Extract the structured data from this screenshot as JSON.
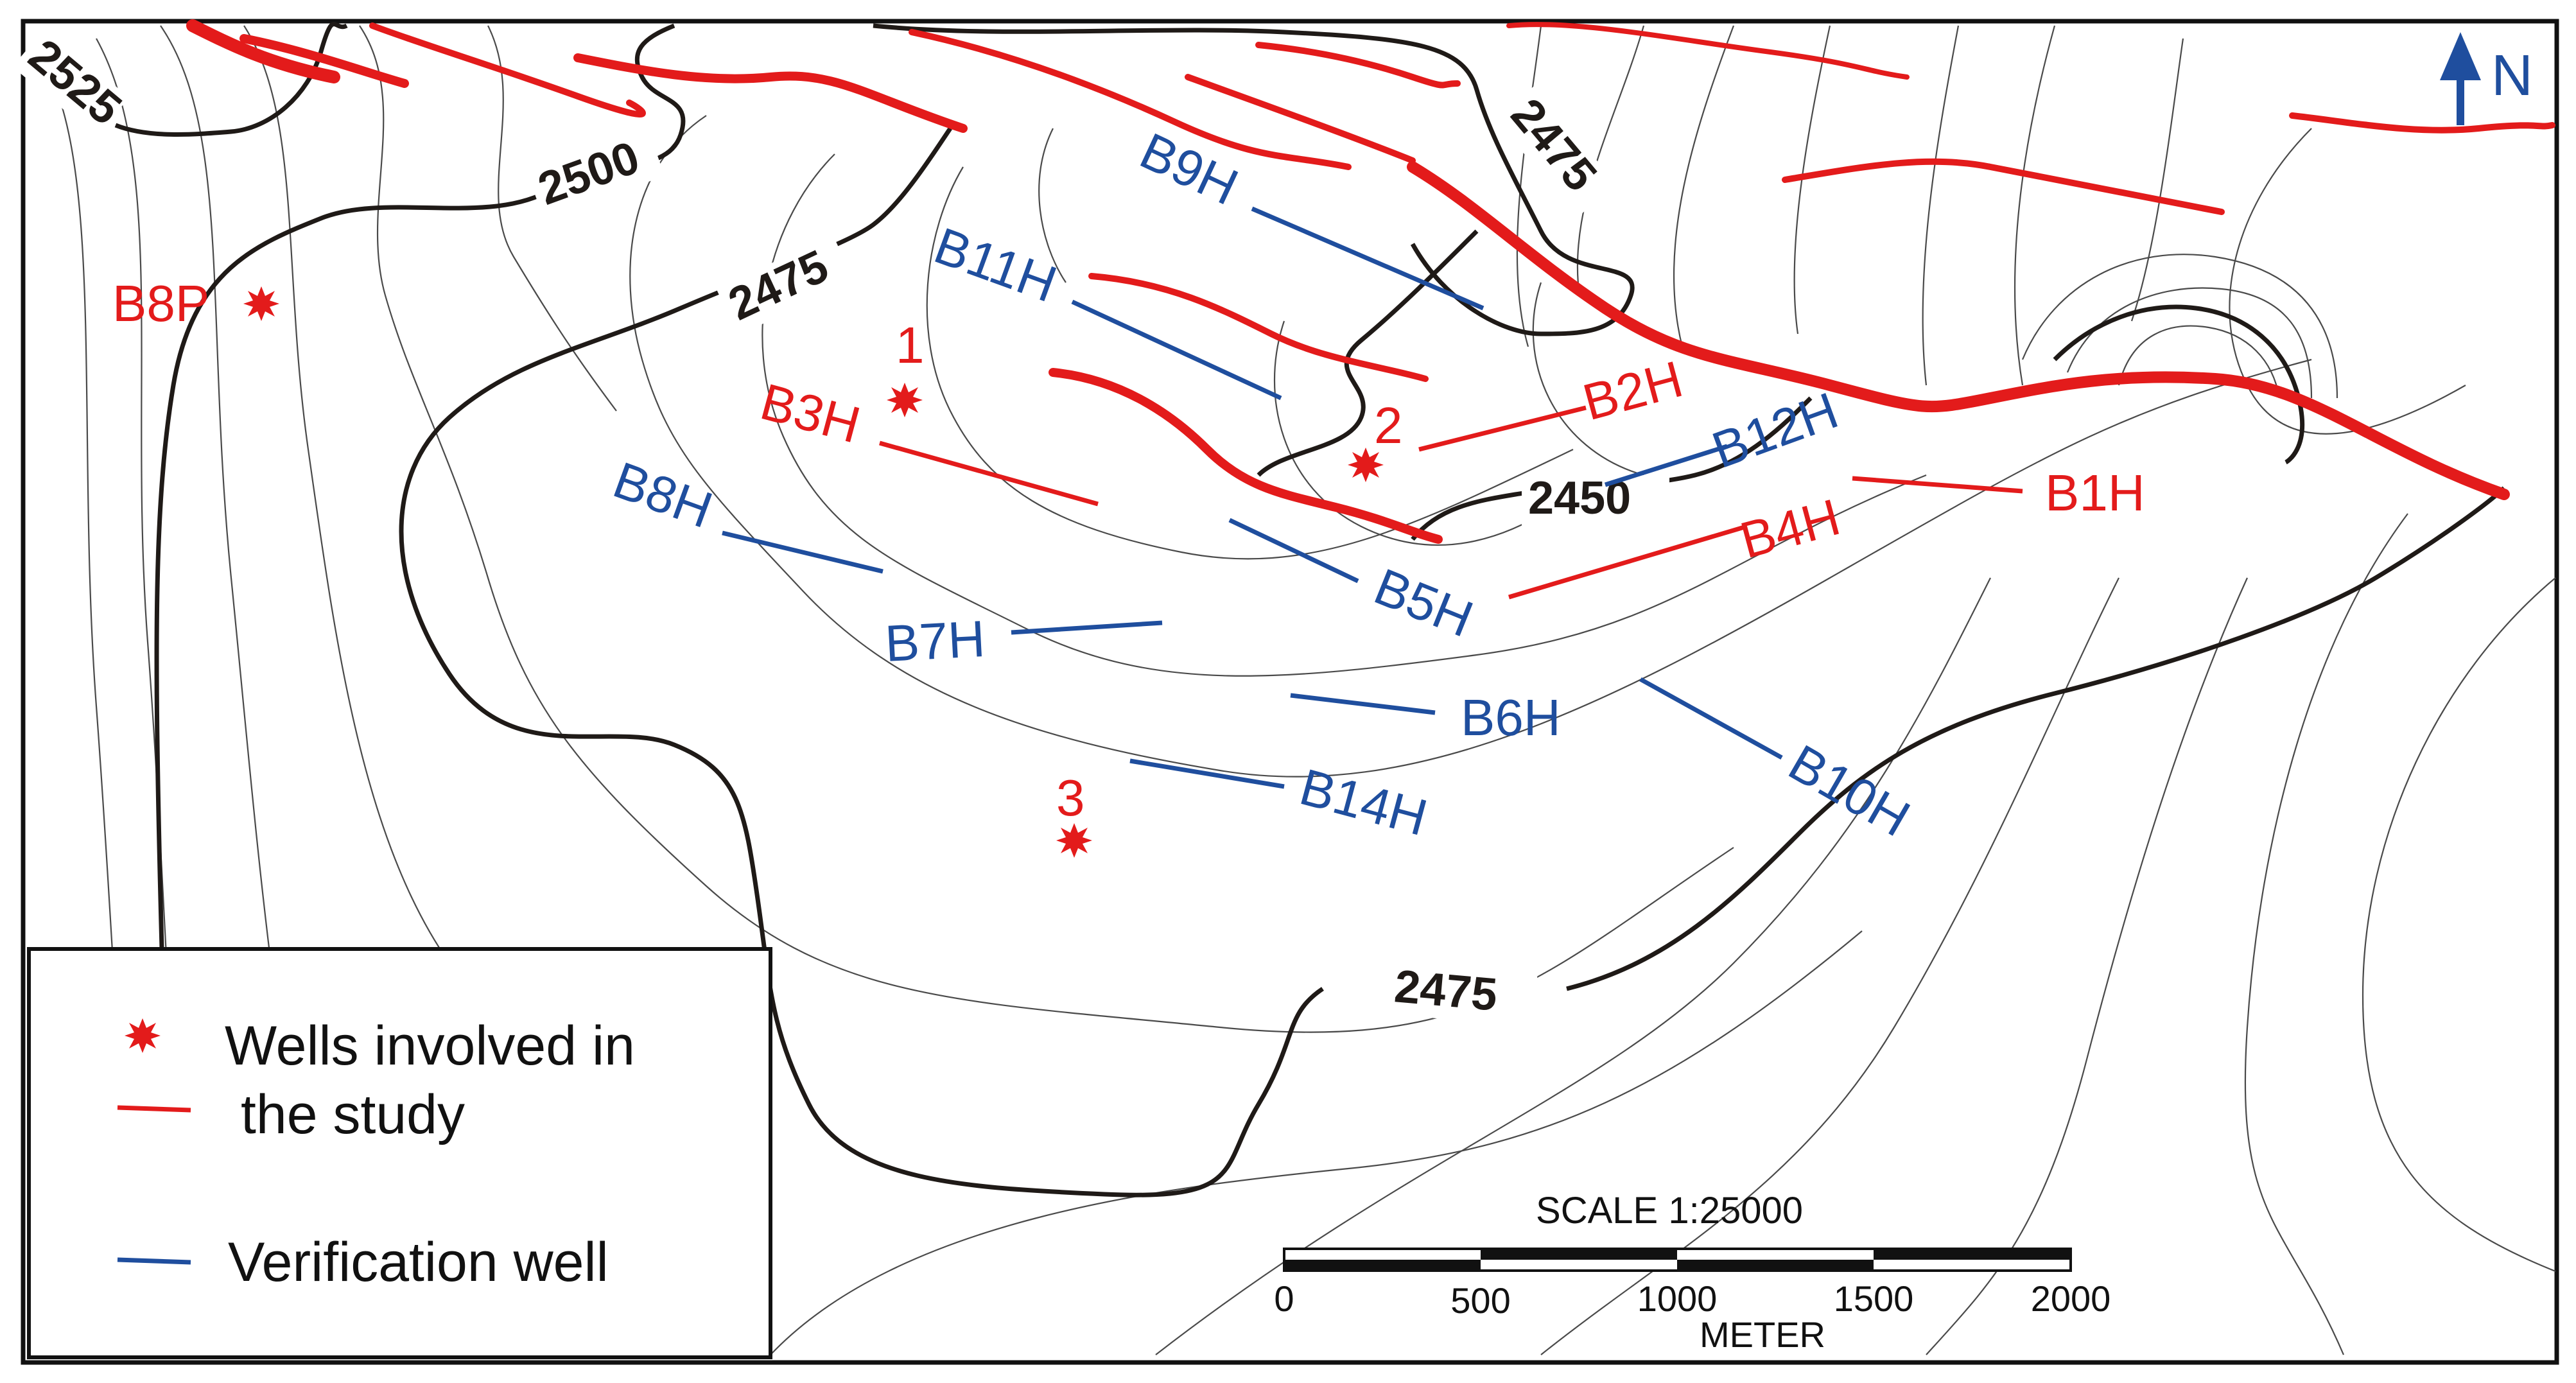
{
  "colors": {
    "study_well": "#e31b1b",
    "verification_well": "#1f4e9e",
    "fault": "#e31b1b",
    "major_contour": "#1f1a17",
    "minor_contour": "#4a4a4a",
    "north_arrow": "#1f4e9e"
  },
  "contour_labels": [
    "2525",
    "2500",
    "2475",
    "2475",
    "2475",
    "2450"
  ],
  "study_wells": [
    "B8P",
    "B3H",
    "B2H",
    "B4H",
    "B1H"
  ],
  "study_points": [
    "1",
    "2",
    "3"
  ],
  "verification_wells": [
    "B9H",
    "B11H",
    "B8H",
    "B7H",
    "B5H",
    "B6H",
    "B14H",
    "B10H",
    "B12H"
  ],
  "north_label": "N",
  "legend": {
    "study_line1": "Wells involved in",
    "study_line2": "the study",
    "verification": "Verification well"
  },
  "scale": {
    "title": "SCALE  1:25000",
    "ticks": [
      "0",
      "500",
      "1000",
      "1500",
      "2000"
    ],
    "unit": "METER"
  }
}
